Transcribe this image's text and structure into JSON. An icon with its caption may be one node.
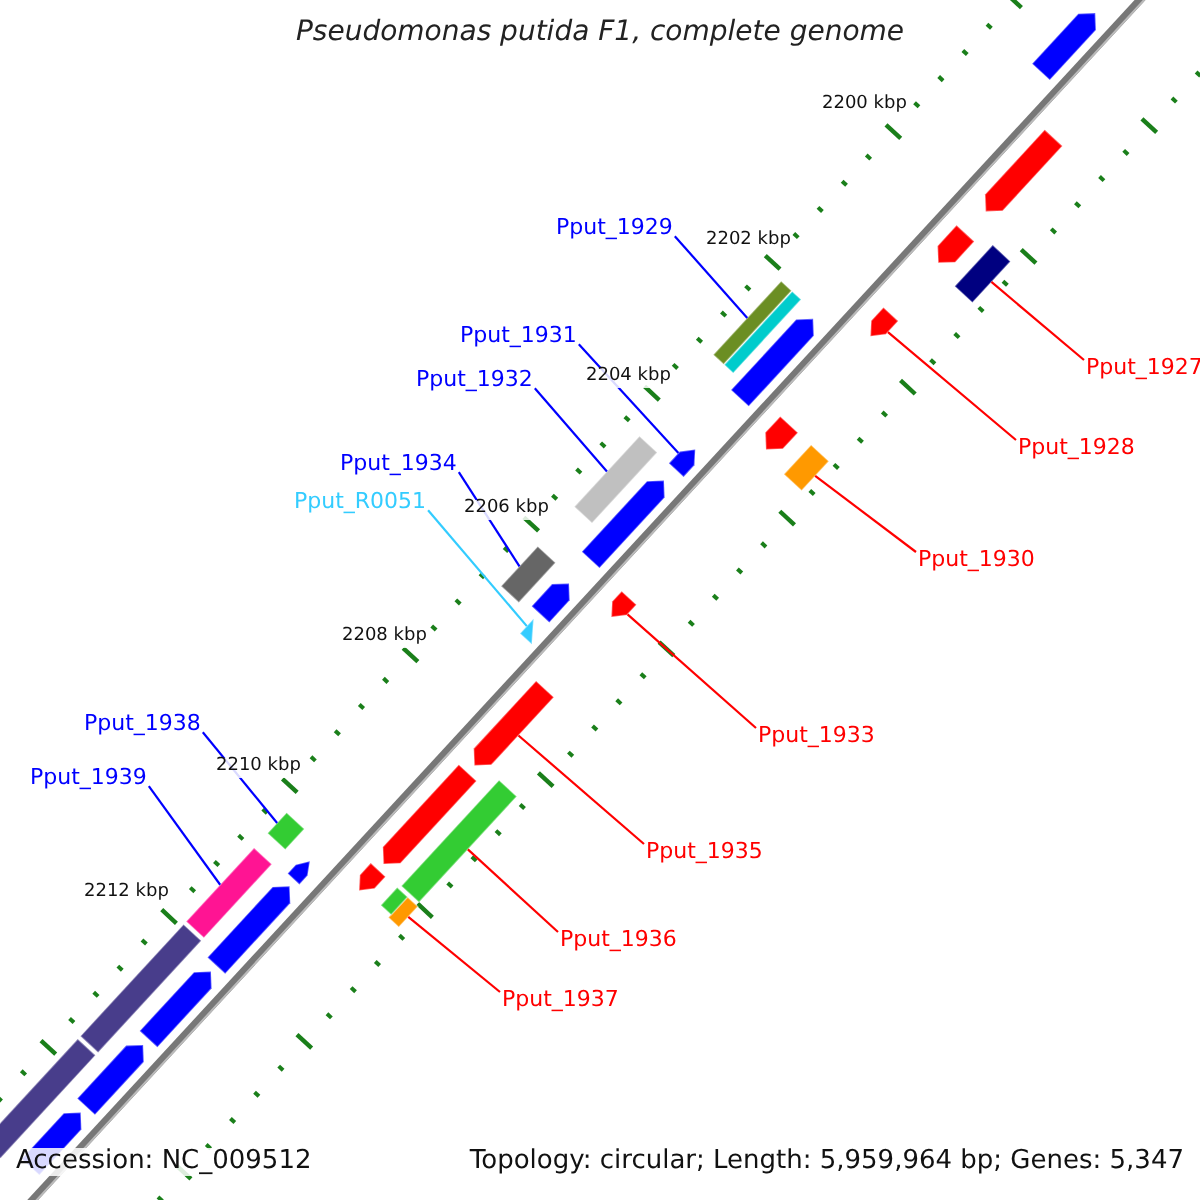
{
  "diagram": {
    "title": "Pseudomonas putida F1, complete genome",
    "nodes": [
      {
        "text": [
          "Pput_1929"
        ]
      },
      {
        "text": [
          "Pput_1927"
        ]
      },
      {
        "text": [
          "Pput_1931"
        ]
      },
      {
        "text": [
          "Pput_1932"
        ]
      },
      {
        "text": [
          "Pput_1928"
        ]
      },
      {
        "text": [
          "Pput_1934"
        ]
      },
      {
        "text": [
          "Pput_R0051"
        ]
      },
      {
        "text": [
          "Pput_1930"
        ]
      },
      {
        "text": [
          "Pput_1933"
        ]
      },
      {
        "text": [
          "Pput_1938"
        ]
      },
      {
        "text": [
          "Pput_1939"
        ]
      },
      {
        "text": [
          "Pput_1935"
        ]
      },
      {
        "text": [
          "Pput_1936"
        ]
      },
      {
        "text": [
          "Pput_1937"
        ]
      },
      {
        "text": [],
        "shape": "bar"
      },
      {
        "text": [],
        "shape": "bar"
      },
      {
        "text": [],
        "shape": "arrow"
      },
      {
        "text": [],
        "shape": "bar"
      },
      {
        "text": [],
        "shape": "arrow"
      },
      {
        "text": [],
        "shape": "bar"
      },
      {
        "text": [],
        "shape": "triangle"
      },
      {
        "text": [],
        "shape": "bar"
      },
      {
        "text": [],
        "shape": "arrow"
      },
      {
        "text": [],
        "shape": "bar"
      },
      {
        "text": [],
        "shape": "bar"
      },
      {
        "text": [],
        "shape": "arrow"
      },
      {
        "text": [],
        "shape": "bar"
      },
      {
        "text": [],
        "shape": "bar"
      },
      {
        "text": [],
        "shape": "arrow"
      },
      {
        "text": [],
        "shape": "arrow"
      },
      {
        "text": [],
        "shape": "arrow"
      },
      {
        "text": [],
        "shape": "bar"
      },
      {
        "text": [],
        "shape": "arrow"
      },
      {
        "text": [],
        "shape": "arrow"
      },
      {
        "text": [],
        "shape": "arrow"
      },
      {
        "text": [],
        "shape": "arrow"
      },
      {
        "text": [],
        "shape": "arrow"
      },
      {
        "text": [],
        "shape": "arrow"
      },
      {
        "text": [],
        "shape": "bar"
      },
      {
        "text": [],
        "shape": "arrow"
      },
      {
        "text": [],
        "shape": "arrow"
      },
      {
        "text": [],
        "shape": "bar"
      },
      {
        "text": [],
        "shape": "arrow"
      },
      {
        "text": [],
        "shape": "arrow"
      },
      {
        "text": [],
        "shape": "bar"
      },
      {
        "text": [],
        "shape": "arrow"
      }
    ],
    "edges": [
      {
        "from": 0,
        "to": 14,
        "arrow": "none",
        "color": "#0000ff"
      },
      {
        "from": 1,
        "to": 15,
        "arrow": "none"
      },
      {
        "from": 2,
        "to": 16,
        "arrow": "none",
        "color": "#0000ff"
      },
      {
        "from": 3,
        "to": 17,
        "arrow": "none",
        "color": "#0000ff"
      },
      {
        "from": 4,
        "to": 18,
        "arrow": "none"
      },
      {
        "from": 5,
        "to": 19,
        "arrow": "none",
        "color": "#0000ff"
      },
      {
        "from": 6,
        "to": 20,
        "arrow": "none",
        "color": "#33ccff"
      },
      {
        "from": 7,
        "to": 21,
        "arrow": "none"
      },
      {
        "from": 8,
        "to": 22,
        "arrow": "none"
      },
      {
        "from": 9,
        "to": 23,
        "arrow": "none",
        "color": "#0000ff"
      },
      {
        "from": 10,
        "to": 24,
        "arrow": "none",
        "color": "#0000ff"
      },
      {
        "from": 11,
        "to": 25,
        "arrow": "none"
      },
      {
        "from": 12,
        "to": 26,
        "arrow": "none"
      },
      {
        "from": 13,
        "to": 27,
        "arrow": "none"
      }
    ],
    "labels": [
      "2200 kbp",
      "2202 kbp",
      "2204 kbp",
      "2206 kbp",
      "2208 kbp",
      "2210 kbp",
      "2212 kbp",
      "Accession: NC_009512",
      "Topology: circular; Length: 5,959,964 bp; Genes: 5,347"
    ]
  }
}
